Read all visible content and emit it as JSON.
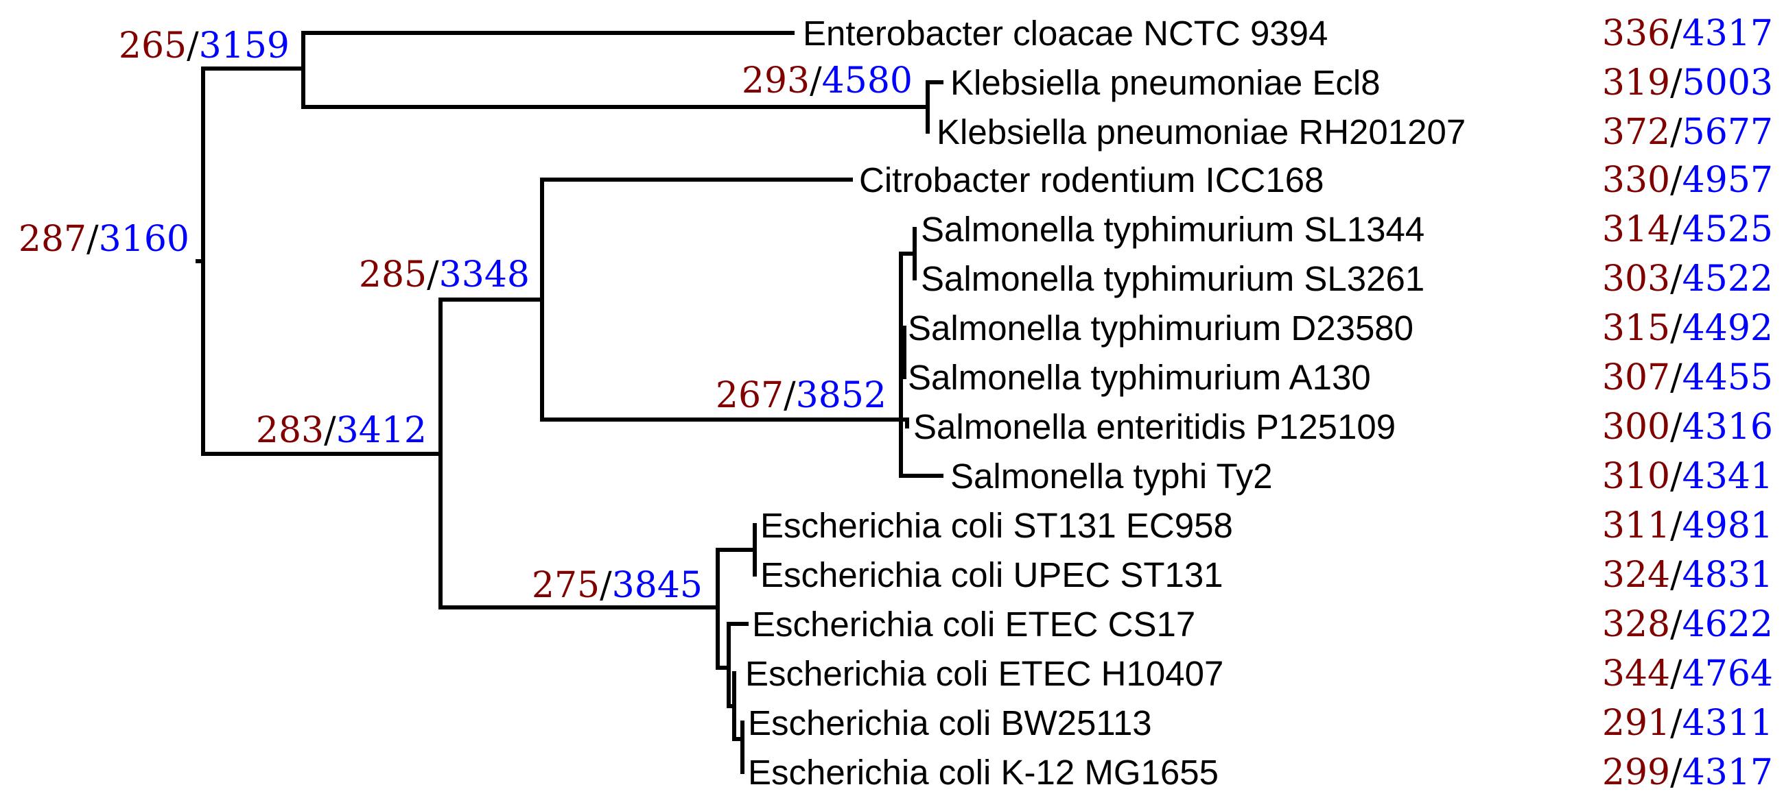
{
  "colors": {
    "first_value": "#800000",
    "second_value": "#0000ff",
    "branch": "#000000",
    "text": "#000000"
  },
  "tree": {
    "nodes": [
      {
        "id": "root",
        "a": "287",
        "b": "3160"
      },
      {
        "id": "entero-kleb",
        "a": "265",
        "b": "3159"
      },
      {
        "id": "kleb",
        "a": "293",
        "b": "4580"
      },
      {
        "id": "citro-sal-ecoli",
        "a": "283",
        "b": "3412"
      },
      {
        "id": "citro-sal",
        "a": "285",
        "b": "3348"
      },
      {
        "id": "salmonella",
        "a": "267",
        "b": "3852"
      },
      {
        "id": "ecoli",
        "a": "275",
        "b": "3845"
      }
    ],
    "leaves": [
      {
        "id": "enterobacter",
        "name": "Enterobacter cloacae NCTC 9394",
        "a": "336",
        "b": "4317"
      },
      {
        "id": "kp-ecl8",
        "name": "Klebsiella pneumoniae Ecl8",
        "a": "319",
        "b": "5003"
      },
      {
        "id": "kp-rh",
        "name": "Klebsiella pneumoniae RH201207",
        "a": "372",
        "b": "5677"
      },
      {
        "id": "citro",
        "name": "Citrobacter rodentium ICC168",
        "a": "330",
        "b": "4957"
      },
      {
        "id": "st-sl1344",
        "name": "Salmonella typhimurium SL1344",
        "a": "314",
        "b": "4525"
      },
      {
        "id": "st-sl3261",
        "name": "Salmonella typhimurium SL3261",
        "a": "303",
        "b": "4522"
      },
      {
        "id": "st-d23580",
        "name": "Salmonella typhimurium D23580",
        "a": "315",
        "b": "4492"
      },
      {
        "id": "st-a130",
        "name": "Salmonella typhimurium A130",
        "a": "307",
        "b": "4455"
      },
      {
        "id": "se-p125109",
        "name": "Salmonella enteritidis P125109",
        "a": "300",
        "b": "4316"
      },
      {
        "id": "sty-ty2",
        "name": "Salmonella typhi Ty2",
        "a": "310",
        "b": "4341"
      },
      {
        "id": "ec-ec958",
        "name": "Escherichia coli ST131 EC958",
        "a": "311",
        "b": "4981"
      },
      {
        "id": "ec-upec",
        "name": "Escherichia coli UPEC ST131",
        "a": "324",
        "b": "4831"
      },
      {
        "id": "ec-cs17",
        "name": "Escherichia coli ETEC CS17",
        "a": "328",
        "b": "4622"
      },
      {
        "id": "ec-h10407",
        "name": "Escherichia coli ETEC H10407",
        "a": "344",
        "b": "4764"
      },
      {
        "id": "ec-bw25113",
        "name": "Escherichia coli BW25113",
        "a": "291",
        "b": "4311"
      },
      {
        "id": "ec-mg1655",
        "name": "Escherichia coli K-12 MG1655",
        "a": "299",
        "b": "4317"
      }
    ]
  }
}
